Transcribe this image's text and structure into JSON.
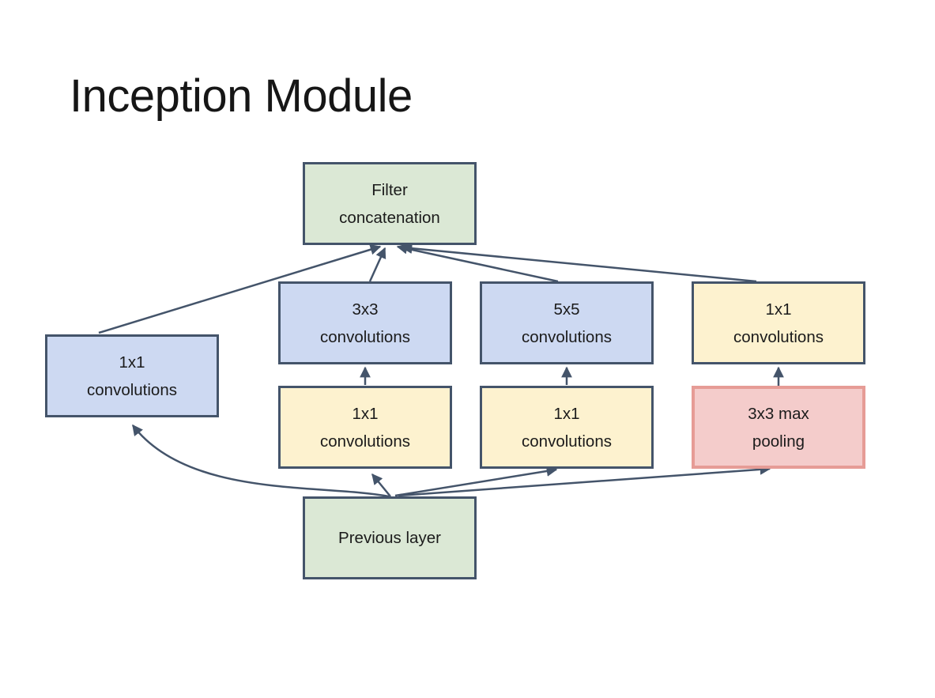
{
  "slide": {
    "title": "Inception Module",
    "background": "#ffffff"
  },
  "diagram": {
    "colors": {
      "box_border_dark": "#44546a",
      "arrow": "#44546a",
      "green_fill": "#dbe8d5",
      "blue_fill": "#cdd9f2",
      "yellow_fill": "#fdf2cf",
      "red_fill": "#f4cccb",
      "red_border": "#e69c96",
      "text": "#1b1b1b"
    },
    "nodes": [
      {
        "id": "filter-concatenation",
        "line1": "Filter",
        "line2": "concatenation",
        "fill": "#dbe8d5"
      },
      {
        "id": "conv-3x3",
        "line1": "3x3",
        "line2": "convolutions",
        "fill": "#cdd9f2"
      },
      {
        "id": "conv-5x5",
        "line1": "5x5",
        "line2": "convolutions",
        "fill": "#cdd9f2"
      },
      {
        "id": "conv-1x1-after-pool",
        "line1": "1x1",
        "line2": "convolutions",
        "fill": "#fdf2cf"
      },
      {
        "id": "conv-1x1-branch1",
        "line1": "1x1",
        "line2": "convolutions",
        "fill": "#cdd9f2"
      },
      {
        "id": "conv-1x1-before-3x3",
        "line1": "1x1",
        "line2": "convolutions",
        "fill": "#fdf2cf"
      },
      {
        "id": "conv-1x1-before-5x5",
        "line1": "1x1",
        "line2": "convolutions",
        "fill": "#fdf2cf"
      },
      {
        "id": "max-pooling-3x3",
        "line1": "3x3 max",
        "line2": "pooling",
        "fill": "#f4cccb"
      },
      {
        "id": "previous-layer",
        "line1": "Previous layer",
        "fill": "#dbe8d5"
      }
    ],
    "edges": [
      {
        "from": "previous-layer",
        "to": "conv-1x1-branch1"
      },
      {
        "from": "previous-layer",
        "to": "conv-1x1-before-3x3"
      },
      {
        "from": "previous-layer",
        "to": "conv-1x1-before-5x5"
      },
      {
        "from": "previous-layer",
        "to": "max-pooling-3x3"
      },
      {
        "from": "conv-1x1-before-3x3",
        "to": "conv-3x3"
      },
      {
        "from": "conv-1x1-before-5x5",
        "to": "conv-5x5"
      },
      {
        "from": "max-pooling-3x3",
        "to": "conv-1x1-after-pool"
      },
      {
        "from": "conv-1x1-branch1",
        "to": "filter-concatenation"
      },
      {
        "from": "conv-3x3",
        "to": "filter-concatenation"
      },
      {
        "from": "conv-5x5",
        "to": "filter-concatenation"
      },
      {
        "from": "conv-1x1-after-pool",
        "to": "filter-concatenation"
      }
    ]
  }
}
